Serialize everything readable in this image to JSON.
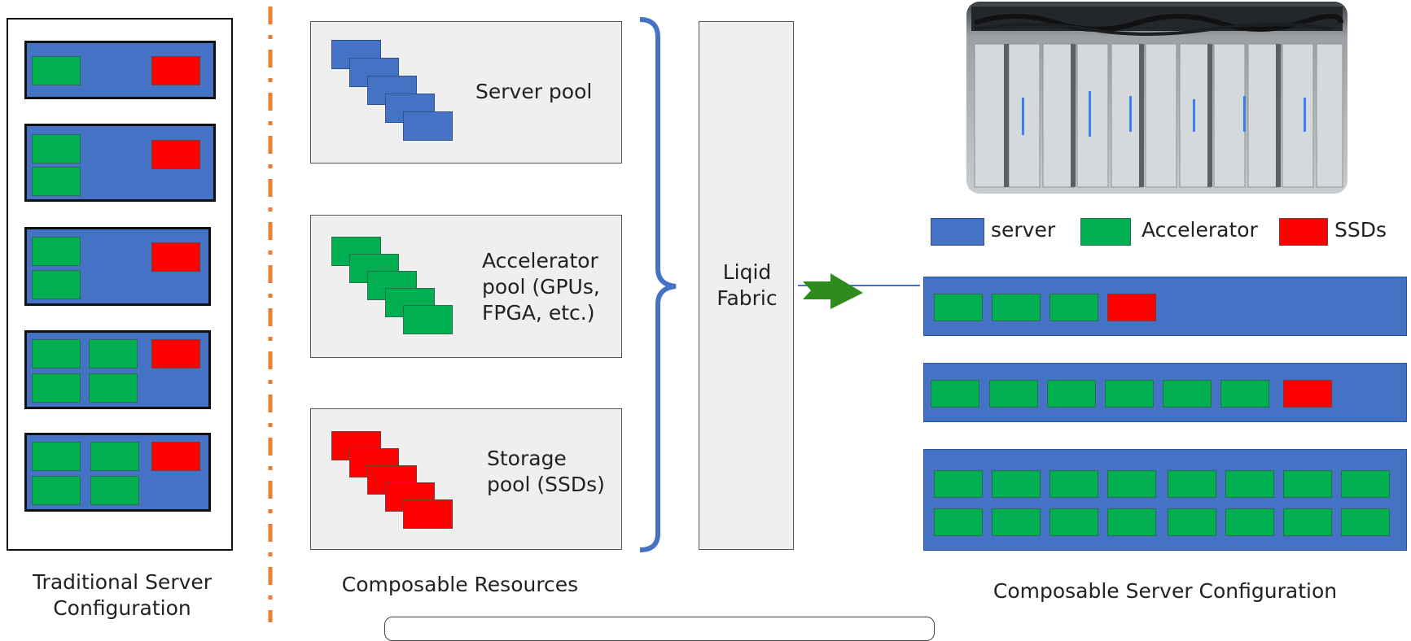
{
  "traditional": {
    "caption_line1": "Traditional Server",
    "caption_line2": "Configuration"
  },
  "composable_resources": {
    "caption": "Composable Resources",
    "pools": [
      {
        "label_lines": [
          "Server pool"
        ],
        "color": "#4472c4"
      },
      {
        "label_lines": [
          "Accelerator",
          "pool (GPUs,",
          "FPGA, etc.)"
        ],
        "color": "#00b050"
      },
      {
        "label_lines": [
          "Storage",
          "pool (SSDs)"
        ],
        "color": "#ff0000"
      }
    ]
  },
  "fabric": {
    "label_line1": "Liqid",
    "label_line2": "Fabric"
  },
  "composable_config": {
    "caption": "Composable Server Configuration"
  },
  "legend": {
    "items": [
      {
        "label": "server",
        "color": "#4472c4"
      },
      {
        "label": "Accelerator",
        "color": "#00b050"
      },
      {
        "label": "SSDs",
        "color": "#ff0000"
      }
    ]
  },
  "colors": {
    "server": "#4472c4",
    "accelerator": "#00b050",
    "ssd": "#ff0000",
    "divider": "#ed7d31",
    "bracket": "#4472c4",
    "arrow": "#2e8b1e"
  }
}
